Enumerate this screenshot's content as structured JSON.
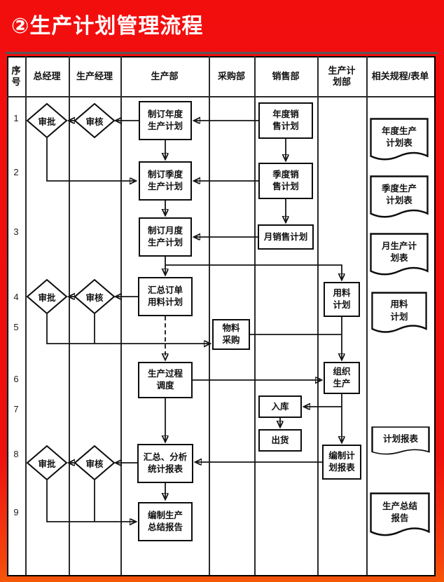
{
  "title": "②生产计划管理流程",
  "table": {
    "columns": [
      "序\n号",
      "总经理",
      "生产经理",
      "生产部",
      "采购部",
      "销售部",
      "生产计\n划部",
      "相关规程/表单"
    ],
    "row_numbers": [
      "1",
      "2",
      "3",
      "4",
      "5",
      "6",
      "7",
      "8",
      "9"
    ]
  },
  "nodes": {
    "approve1": "审批",
    "review1": "审核",
    "make_annual_plan": "制订年度\n生产计划",
    "annual_sales_plan": "年度销\n售计划",
    "make_quarterly_plan": "制订季度\n生产计划",
    "quarterly_sales_plan": "季度销\n售计划",
    "make_monthly_plan": "制订月度\n生产计划",
    "monthly_sales_plan": "月销售计划",
    "approve4": "审批",
    "review4": "审核",
    "summarize_order_material_plan": "汇总订单\n用料计划",
    "material_plan": "用料\n计划",
    "material_purchase": "物料\n采购",
    "production_process_dispatch": "生产过程\n调度",
    "organize_production": "组织\n生产",
    "warehouse_in": "入库",
    "ship_out": "出货",
    "approve8": "审批",
    "review8": "审核",
    "summarize_analyze_reports": "汇总、分析\n统计报表",
    "compile_plan_reports": "编制计\n划报表",
    "compile_summary_report": "编制生产\n总结报告"
  },
  "documents": {
    "annual_plan_form": "年度生产\n计划表",
    "quarterly_plan_form": "季度生产\n计划表",
    "monthly_plan_form": "月生产计\n划表",
    "material_plan_form": "用料\n计划",
    "plan_report_form": "计划报表",
    "production_summary_report": "生产总结\n报告"
  },
  "colors": {
    "banner_red": "#f30e0e",
    "bottom_orange": "#f5430d",
    "line_black": "#151515"
  }
}
